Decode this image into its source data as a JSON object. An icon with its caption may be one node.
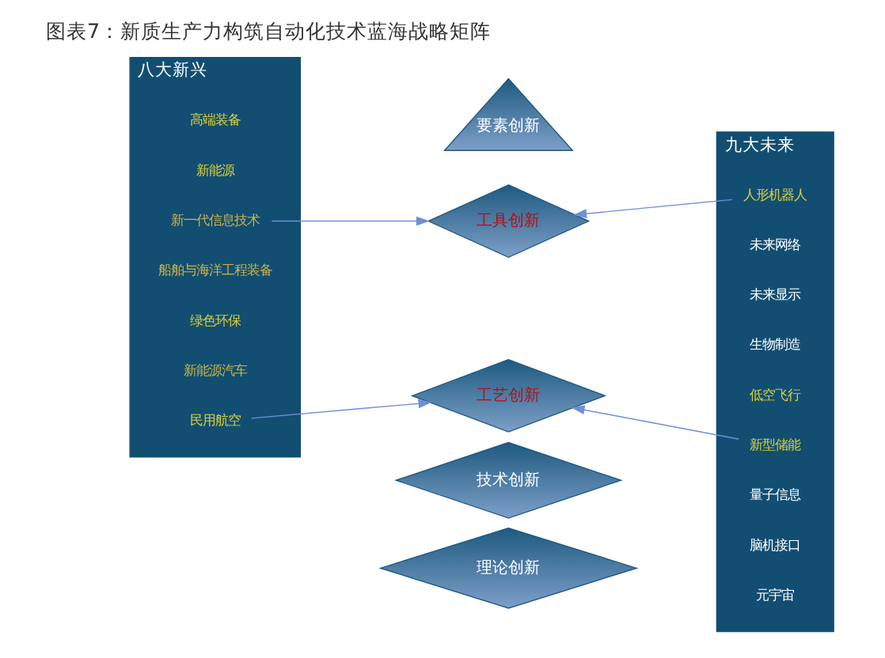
{
  "diagram": {
    "title": "图表7：新质生产力构筑自动化技术蓝海战略矩阵",
    "nodes": [
      {
        "text": [
          "八大新兴"
        ]
      },
      {
        "text": [
          "新一代信息技术"
        ],
        "in": 0
      },
      {
        "text": [
          "新能源"
        ],
        "in": 0
      },
      {
        "text": [
          "高端装备"
        ],
        "in": 0
      },
      {
        "text": [
          "新能源汽车"
        ],
        "in": 0
      },
      {
        "text": [
          "绿色环保"
        ],
        "in": 0
      },
      {
        "text": [
          "民用航空"
        ],
        "in": 0
      },
      {
        "text": [
          "船舶与海洋工程装备"
        ],
        "in": 0
      },
      {
        "text": [
          "要素创新"
        ]
      },
      {
        "text": [
          "工具创新"
        ]
      },
      {
        "text": [
          "工艺创新"
        ]
      },
      {
        "text": [
          "技术创新"
        ]
      },
      {
        "text": [
          "理论创新"
        ]
      },
      {
        "text": [
          "九大未来"
        ]
      },
      {
        "text": [
          "元宇宙"
        ],
        "in": 13
      },
      {
        "text": [
          "脑机接口"
        ],
        "in": 13
      },
      {
        "text": [
          "量子信息"
        ],
        "in": 13
      },
      {
        "text": [
          "人形机器人"
        ],
        "in": 13
      },
      {
        "text": [
          "低空飞行"
        ],
        "in": 13
      },
      {
        "text": [
          "生物制造"
        ],
        "in": 13
      },
      {
        "text": [
          "未来显示"
        ],
        "in": 13
      },
      {
        "text": [
          "未来网络"
        ],
        "in": 13
      },
      {
        "text": [
          "新型储能"
        ],
        "in": 13
      }
    ],
    "edges": [
      {
        "from": 1,
        "to": 9,
        "arrow": "to"
      },
      {
        "from": 6,
        "to": 10,
        "arrow": "to"
      },
      {
        "from": 17,
        "to": 9,
        "arrow": "to"
      },
      {
        "from": 22,
        "to": 10,
        "arrow": "to"
      }
    ]
  }
}
